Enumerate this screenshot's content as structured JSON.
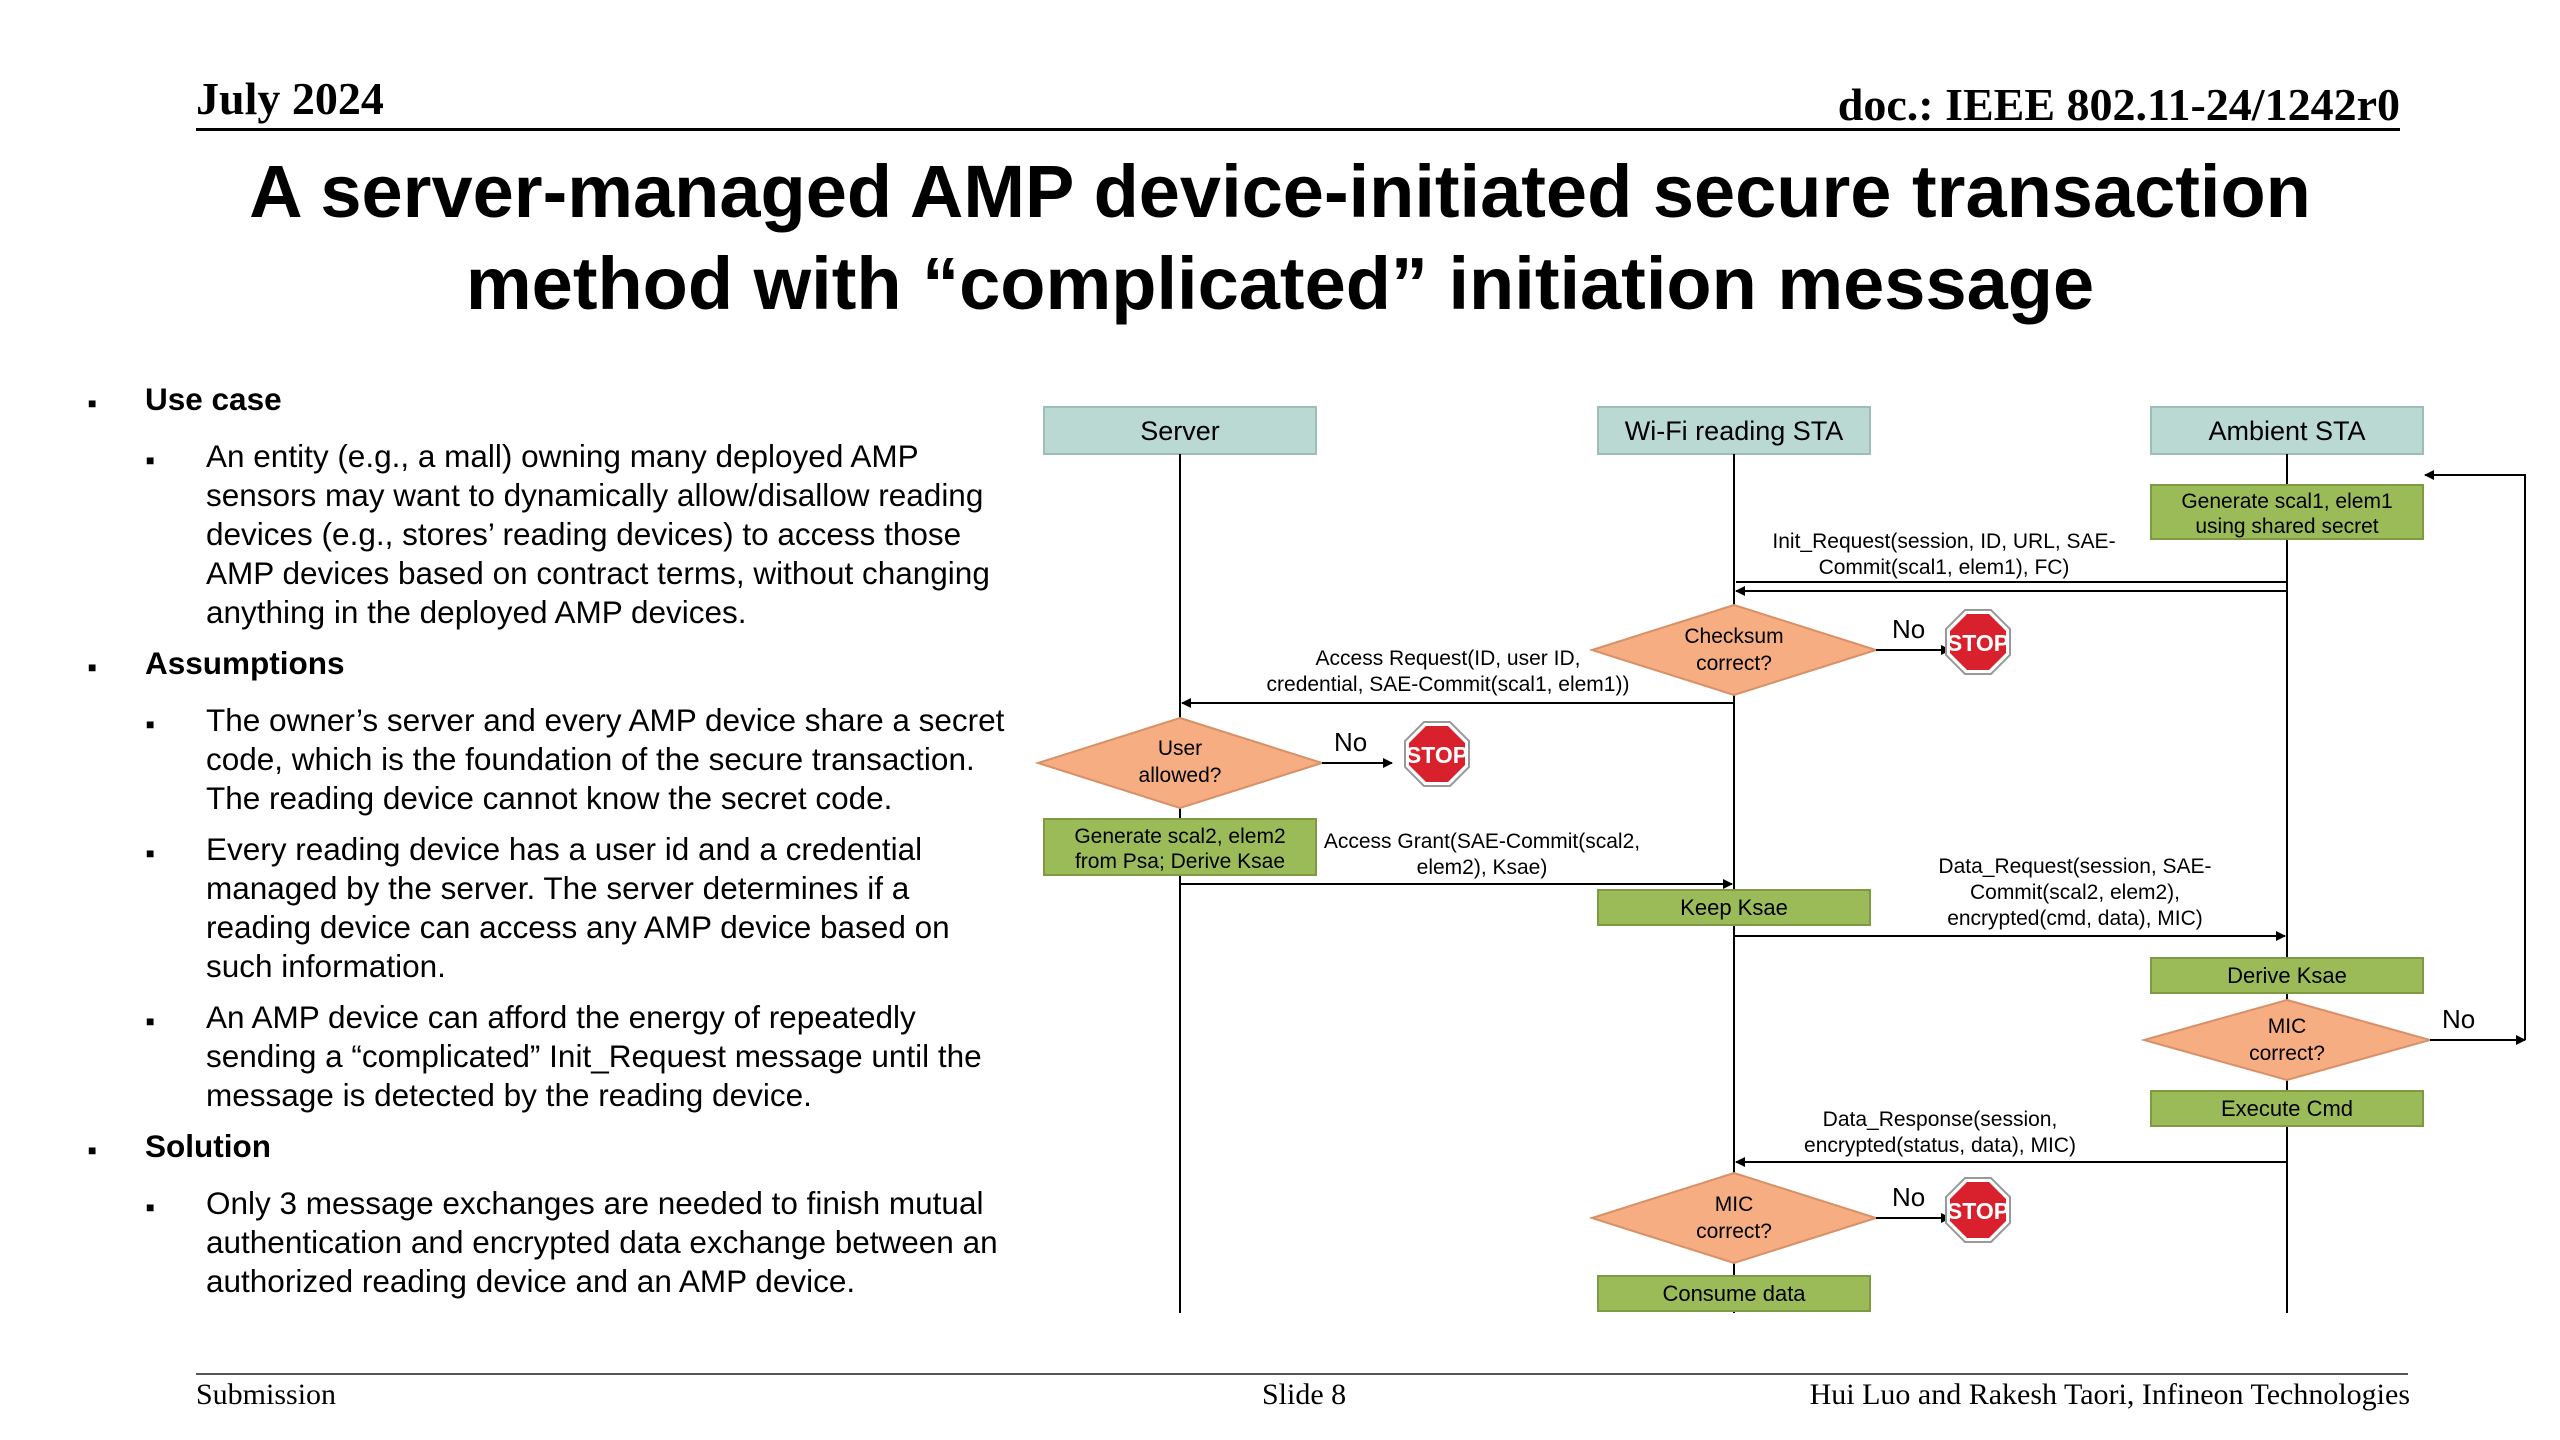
{
  "header": {
    "date": "July 2024",
    "doc": "doc.: IEEE 802.11-24/1242r0"
  },
  "title": {
    "line1": "A server-managed AMP device-initiated secure transaction",
    "line2": "method with “complicated” initiation message"
  },
  "bullets": {
    "use_case": {
      "heading": "Use case",
      "items": [
        "An entity (e.g., a mall) owning many deployed AMP sensors may want to dynamically allow/disallow reading devices (e.g., stores’ reading devices) to access those AMP devices based on contract terms, without changing anything in the deployed AMP devices."
      ]
    },
    "assumptions": {
      "heading": "Assumptions",
      "items": [
        "The owner’s server and every AMP device share a secret code, which is the foundation of the secure transaction. The reading device cannot know the secret code.",
        "Every reading device has a user id and a credential managed by the server. The server determines if a reading device can access any AMP device based on such information.",
        "An AMP device can afford the energy of repeatedly sending a “complicated” Init_Request message until the message is detected by the reading device."
      ]
    },
    "solution": {
      "heading": "Solution",
      "items": [
        "Only 3 message exchanges are needed to finish mutual authentication and encrypted data exchange between an authorized reading device and an AMP device."
      ]
    }
  },
  "diagram": {
    "actors": {
      "server": "Server",
      "reader": "Wi-Fi reading STA",
      "ambient": "Ambient STA"
    },
    "boxes": {
      "gen1_l1": "Generate  scal1, elem1",
      "gen1_l2": "using shared secret",
      "gen2_l1": "Generate  scal2, elem2",
      "gen2_l2": "from Psa; Derive Ksae",
      "keep": "Keep Ksae",
      "derive": "Derive Ksae",
      "execute": "Execute Cmd",
      "consume": "Consume data"
    },
    "decisions": {
      "checksum_l1": "Checksum",
      "checksum_l2": "correct?",
      "user_l1": "User",
      "user_l2": "allowed?",
      "mic_l1": "MIC",
      "mic_l2": "correct?"
    },
    "messages": {
      "init_l1": "Init_Request(session,  ID, URL,  SAE-",
      "init_l2": "Commit(scal1,  elem1),  FC)",
      "access_req_l1": "Access Request(ID,  user ID,",
      "access_req_l2": "credential,  SAE-Commit(scal1,  elem1))",
      "access_grant_l1": "Access Grant(SAE-Commit(scal2,",
      "access_grant_l2": "elem2),  Ksae)",
      "data_req_l1": "Data_Request(session,  SAE-",
      "data_req_l2": "Commit(scal2,  elem2),",
      "data_req_l3": "encrypted(cmd,  data),  MIC)",
      "data_resp_l1": "Data_Response(session,",
      "data_resp_l2": "encrypted(status,  data),  MIC)"
    },
    "no_label": "No",
    "stop_label": "STOP"
  },
  "footer": {
    "left": "Submission",
    "mid": "Slide 8",
    "right": "Hui Luo and Rakesh Taori, Infineon Technologies"
  },
  "colors": {
    "actor_fill": "#b9d9d2",
    "box_fill": "#9bbb59",
    "decision_fill": "#f6ad82",
    "stop_fill": "#d9212e"
  }
}
